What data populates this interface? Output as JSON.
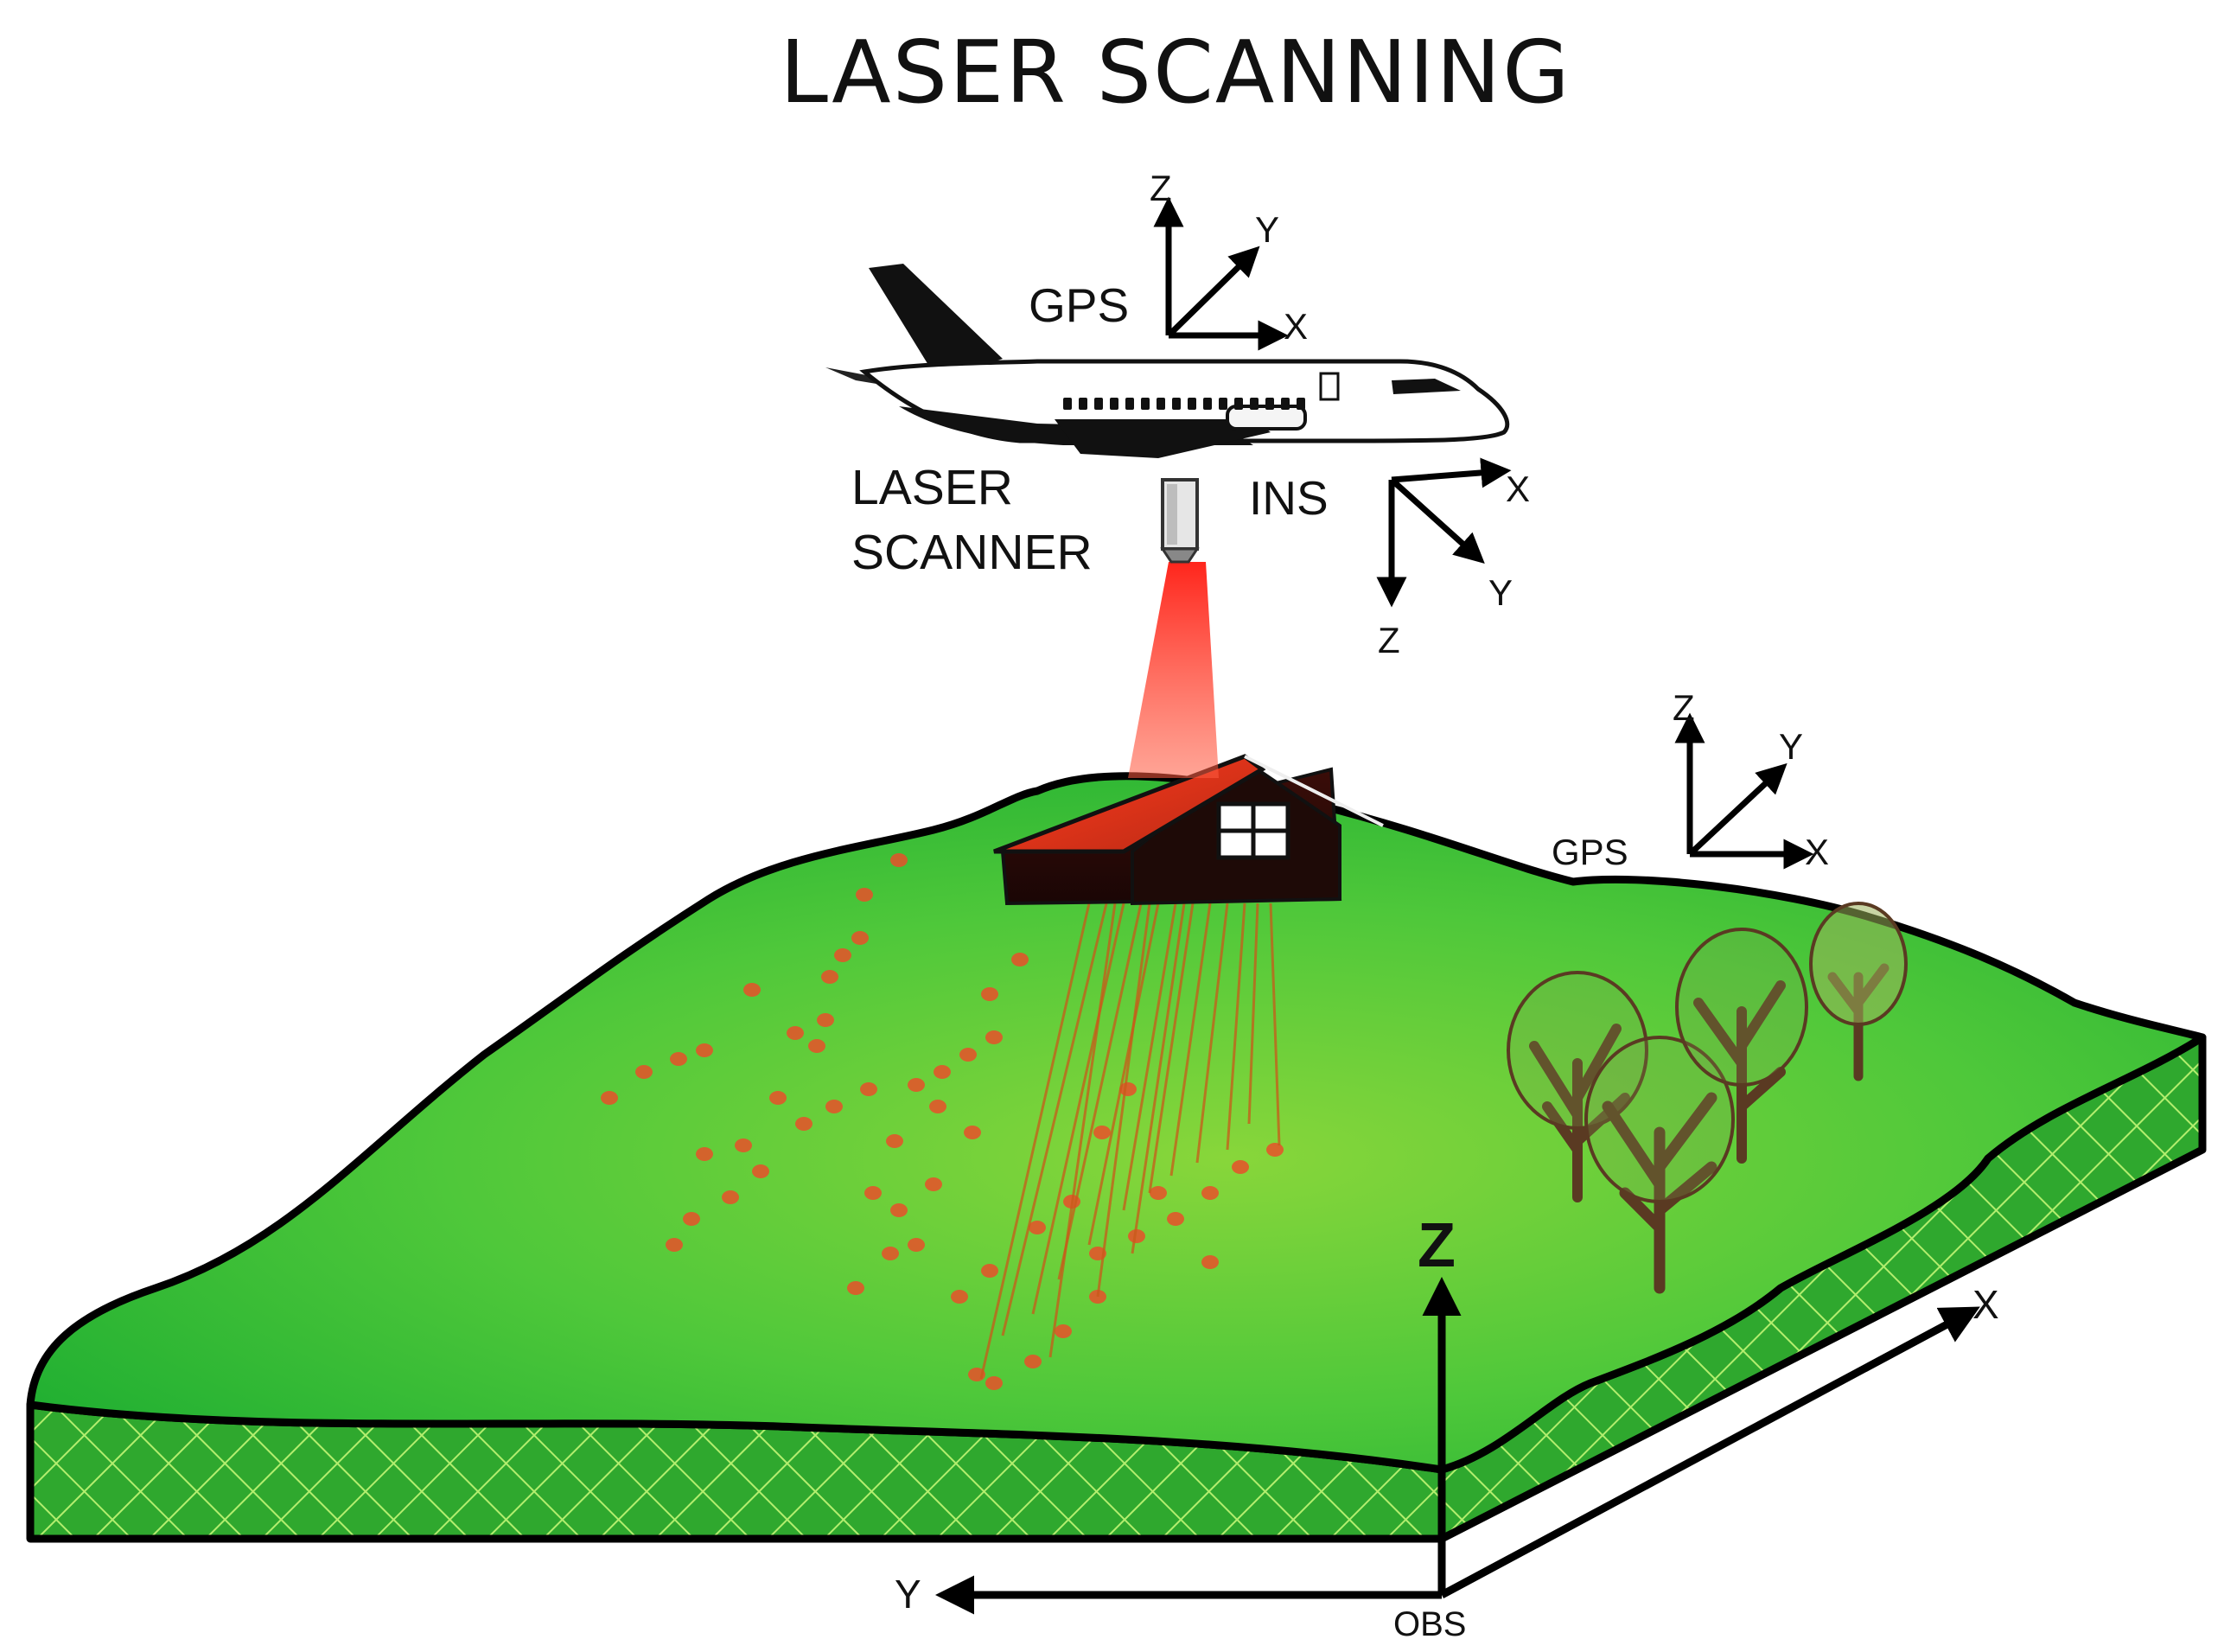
{
  "title": "LASER SCANNING",
  "aircraft": {
    "gps_label": "GPS",
    "ins_label": "INS",
    "scanner_label_line1": "LASER",
    "scanner_label_line2": "SCANNER"
  },
  "ground_station": {
    "gps_label": "GPS"
  },
  "axes": {
    "x": "X",
    "y": "Y",
    "z": "Z"
  },
  "origin_label": "OBS",
  "colors": {
    "terrain": "#3fc63a",
    "terrain_light": "#7fd43a",
    "hatch": "#a6e86a",
    "laser": "#ff2a1a",
    "house_roof": "#e8401f",
    "house_wall": "#2a0d0a"
  }
}
